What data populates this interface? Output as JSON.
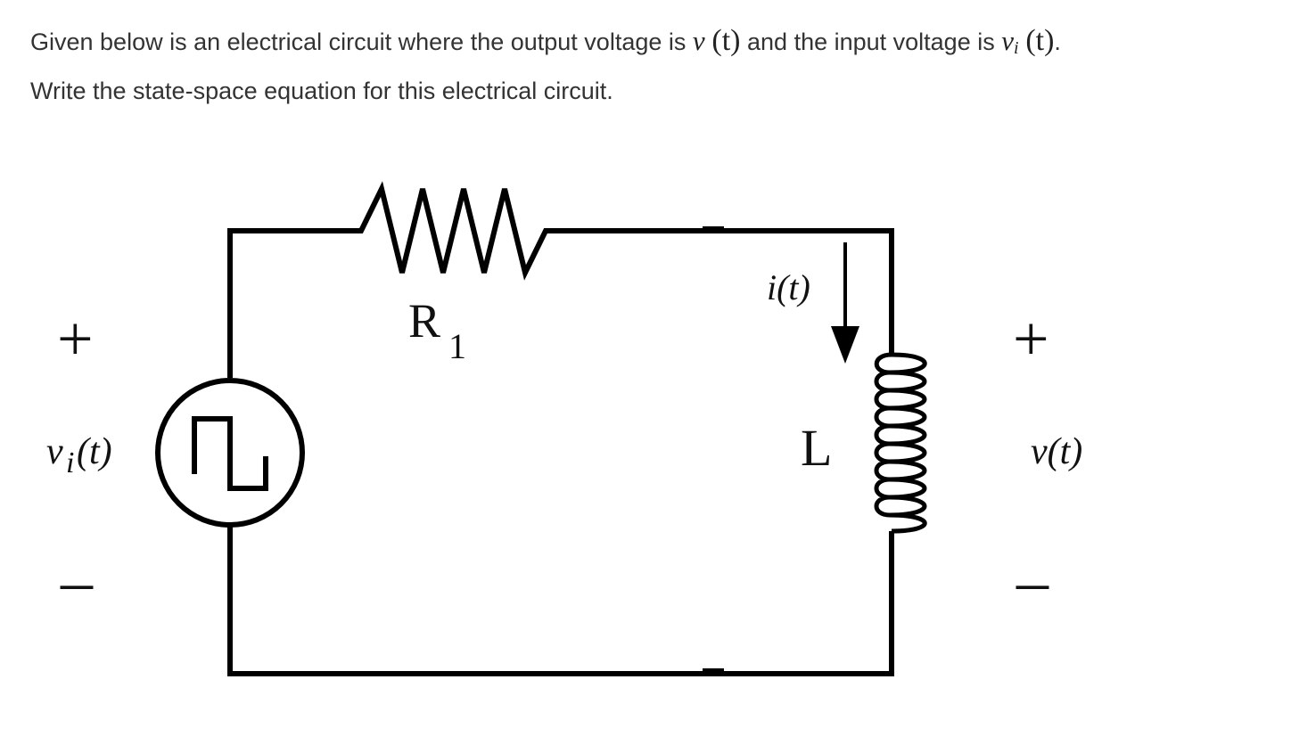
{
  "question": {
    "part1": "Given below is an electrical circuit where the output voltage is",
    "output_var": "v",
    "output_arg": "(t)",
    "part2": "and the input voltage is",
    "input_var": "v",
    "input_sub": "i",
    "input_arg": "(t)",
    "part3": ".",
    "line2": "Write the state-space equation for this electrical circuit."
  },
  "circuit": {
    "resistor_label": "R",
    "resistor_subscript": "1",
    "inductor_label": "L",
    "current_label": "i(t)",
    "source_label_main": "v",
    "source_label_sub": "i",
    "source_label_arg": "(t)",
    "output_label": "v(t)",
    "plus_symbol": "+",
    "minus_symbol": "–"
  }
}
